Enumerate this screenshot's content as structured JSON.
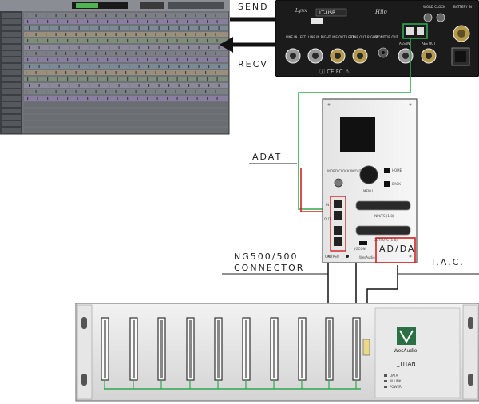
{
  "labels": {
    "send": "SEND",
    "recv": "RECV",
    "adat": "ADAT",
    "adda": "AD/DA",
    "iac": "I.A.C.",
    "ng_line1": "NG500/500",
    "ng_line2": "CONNECTOR"
  },
  "interface": {
    "brand": "Lynx",
    "model": "LT-USB",
    "hilo": "Hilo",
    "word_clock": "WORD CLOCK",
    "battery": "BATTERY IN",
    "line_in_left": "LINE IN LEFT",
    "line_in_right": "LINE IN RIGHT",
    "line_out_left": "LINE OUT LEFT",
    "line_out_right": "LINE OUT RIGHT",
    "monitor": "MONITOR OUT",
    "aes_in": "AES IN",
    "aes_out": "AES OUT"
  },
  "module": {
    "word_clock": "WORD CLOCK IN/OUT",
    "home": "HOME",
    "back": "BACK",
    "menu": "MENU",
    "in": "IN",
    "out": "OUT",
    "inputs": "INPUTS (1-8)",
    "outputs": "OUTPUTS (1-8)",
    "gcon": "(GCON)",
    "calypso": "CALYPSO",
    "wesaudio": "WesAudio"
  },
  "rack": {
    "brand": "WesAudio",
    "model": "_TITAN",
    "leds": [
      "DATA",
      "IN LINK",
      "POWER"
    ]
  },
  "colors": {
    "green": "#2fa84f",
    "red": "#d42020",
    "black": "#111111"
  }
}
